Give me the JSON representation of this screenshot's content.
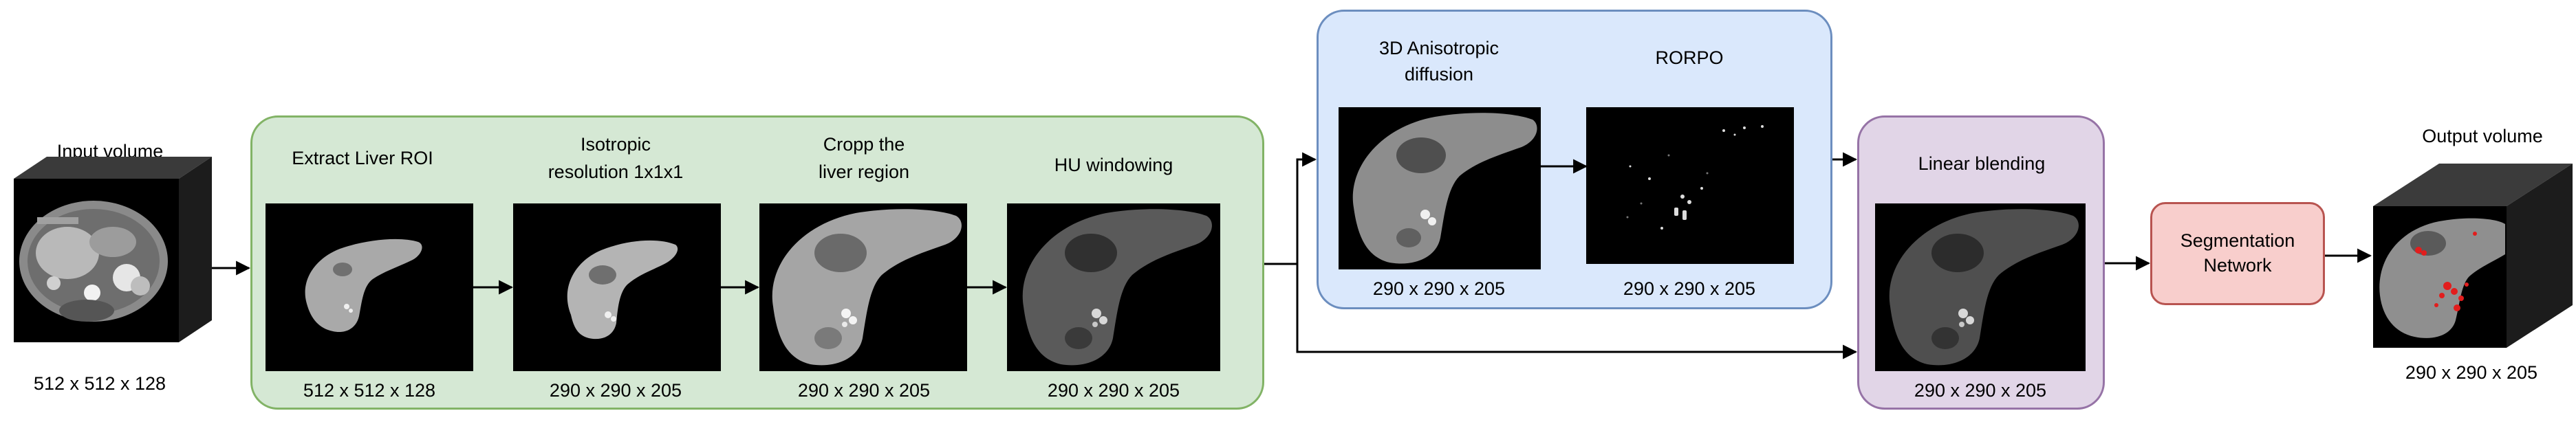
{
  "input": {
    "title": "Input volume",
    "dims": "512 x 512 x 128"
  },
  "stages": [
    {
      "id": "extract",
      "title": "Extract Liver ROI",
      "dims": "512 x 512 x 128"
    },
    {
      "id": "isotropic",
      "title1": "Isotropic",
      "title2": "resolution 1x1x1",
      "dims": "290 x 290 x 205"
    },
    {
      "id": "crop",
      "title1": "Cropp the",
      "title2": "liver region",
      "dims": "290 x 290 x 205"
    },
    {
      "id": "hu",
      "title": "HU windowing",
      "dims": "290 x 290 x 205"
    }
  ],
  "filters": [
    {
      "id": "aniso",
      "title1": "3D Anisotropic",
      "title2": "diffusion",
      "dims": "290 x 290 x 205"
    },
    {
      "id": "rorpo",
      "title": "RORPO",
      "dims": "290 x 290 x 205"
    }
  ],
  "blending": {
    "title": "Linear blending",
    "dims": "290 x 290 x 205"
  },
  "network": {
    "line1": "Segmentation",
    "line2": "Network"
  },
  "output": {
    "title": "Output volume",
    "dims": "290 x 290 x 205"
  },
  "colors": {
    "green_fill": "#d5e8d4",
    "green_border": "#82b366",
    "blue_fill": "#dae8fc",
    "blue_border": "#6c8ebf",
    "purple_fill": "#e1d5e7",
    "purple_border": "#9673a6",
    "red_fill": "#f8cecc",
    "red_border": "#b85450"
  }
}
